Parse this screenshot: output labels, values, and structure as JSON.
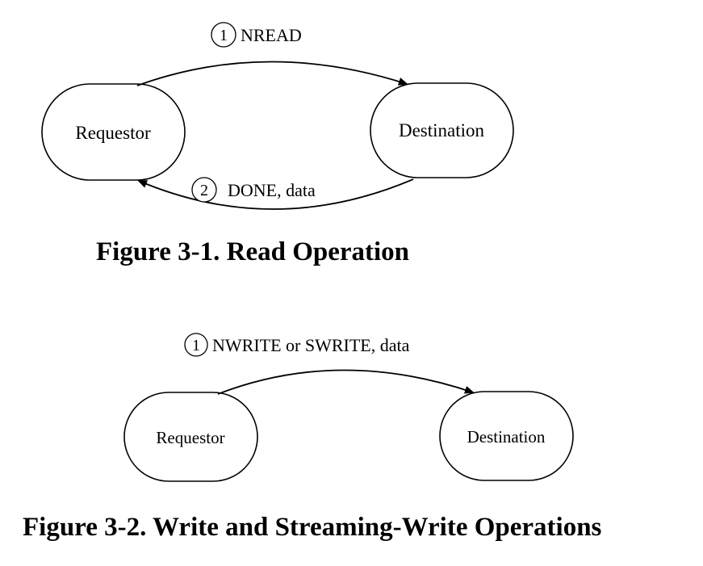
{
  "figure1": {
    "requestor_label": "Requestor",
    "destination_label": "Destination",
    "step1_number": "1",
    "step1_label": "NREAD",
    "step2_number": "2",
    "step2_label": "DONE, data",
    "caption": "Figure 3-1. Read Operation"
  },
  "figure2": {
    "requestor_label": "Requestor",
    "destination_label": "Destination",
    "step1_number": "1",
    "step1_label": "NWRITE or SWRITE, data",
    "caption": "Figure 3-2. Write and Streaming-Write Operations"
  }
}
